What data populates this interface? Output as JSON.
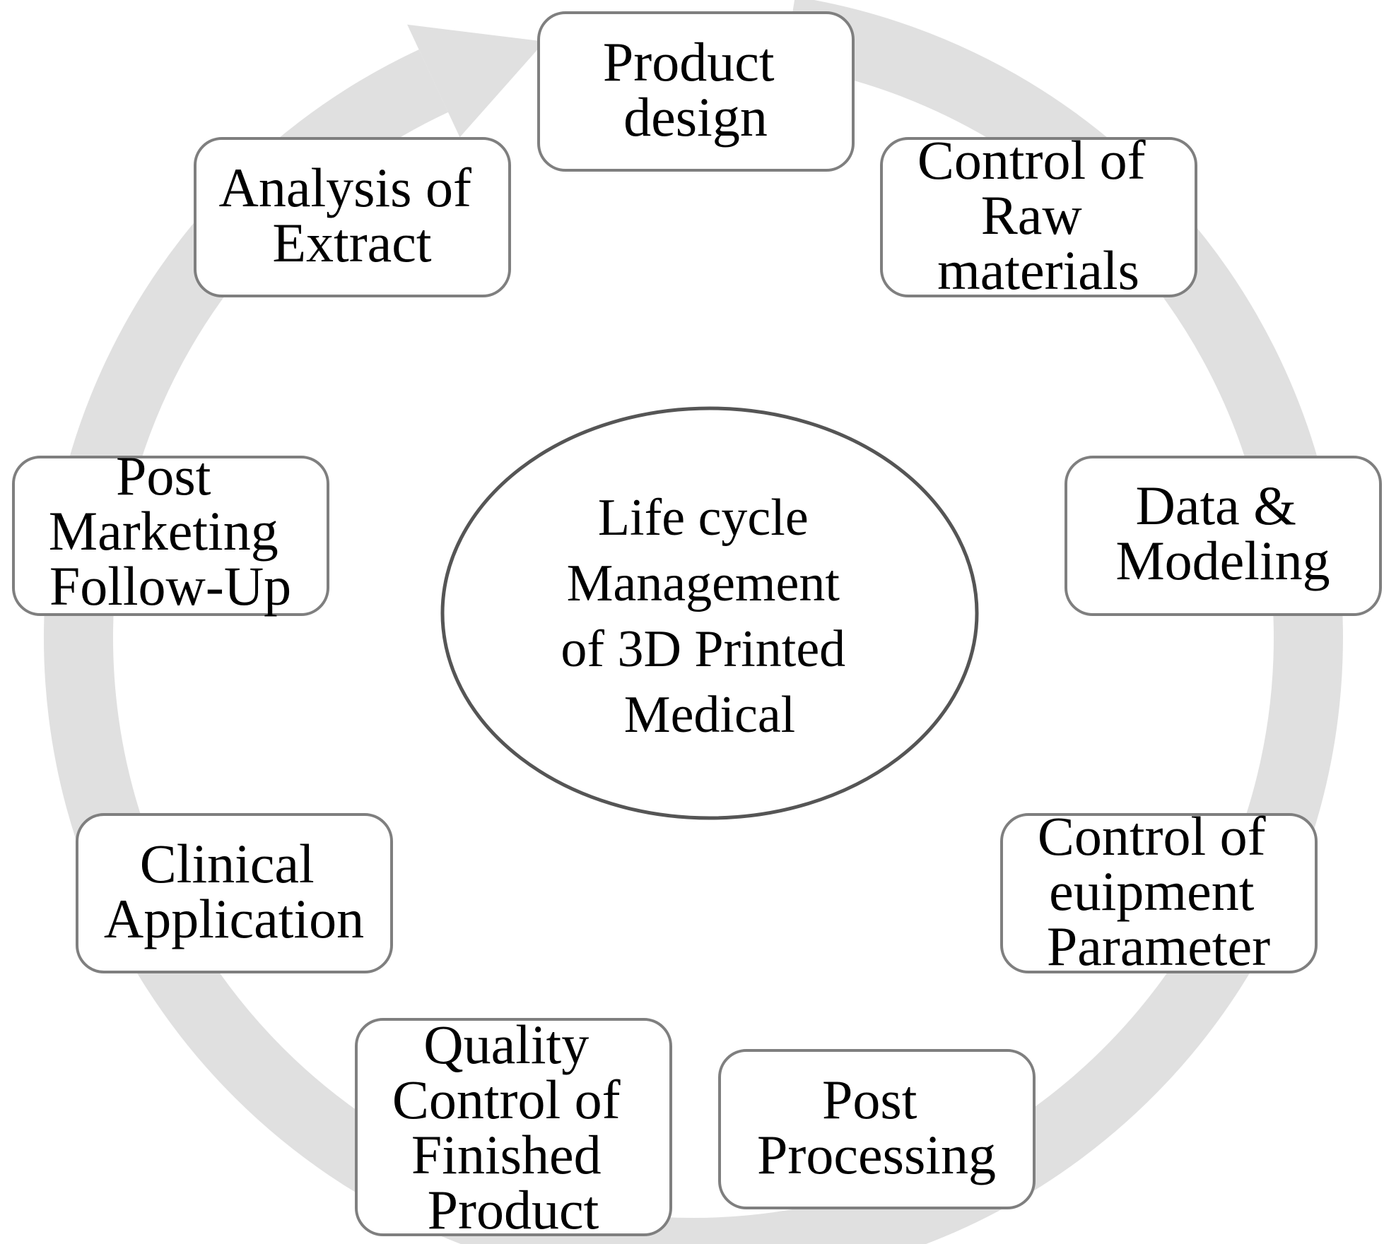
{
  "diagram": {
    "center": {
      "lines": [
        "Life cycle",
        "Management",
        "of 3D Printed",
        "Medical"
      ]
    },
    "stages": [
      {
        "id": "product-design",
        "lines": [
          "Product",
          "design"
        ]
      },
      {
        "id": "control-raw-materials",
        "lines": [
          "Control of",
          "Raw",
          "materials"
        ]
      },
      {
        "id": "data-modeling",
        "lines": [
          "Data &",
          "Modeling"
        ]
      },
      {
        "id": "control-equipment-parameter",
        "lines": [
          "Control of",
          "euipment",
          "Parameter"
        ]
      },
      {
        "id": "post-processing",
        "lines": [
          "Post",
          "Processing"
        ]
      },
      {
        "id": "quality-control",
        "lines": [
          "Quality",
          "Control of",
          "Finished",
          "Product"
        ]
      },
      {
        "id": "clinical-application",
        "lines": [
          "Clinical",
          "Application"
        ]
      },
      {
        "id": "post-marketing-follow-up",
        "lines": [
          "Post",
          "Marketing",
          "Follow-Up"
        ]
      },
      {
        "id": "analysis-of-extract",
        "lines": [
          "Analysis of",
          "Extract"
        ]
      }
    ],
    "colors": {
      "cycle_arrow": "#e0e0e0",
      "box_border": "#7f7f7f",
      "ellipse_border": "#555555",
      "text": "#000000"
    }
  }
}
